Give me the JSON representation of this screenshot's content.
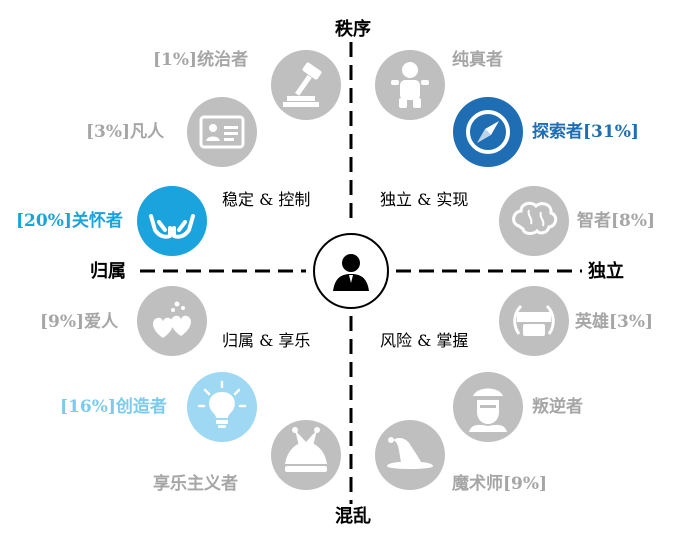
{
  "axes": {
    "top": "秩序",
    "bottom": "混乱",
    "left": "归属",
    "right": "独立"
  },
  "quadrants": {
    "top_left": "稳定 & 控制",
    "top_right": "独立 & 实现",
    "bottom_left": "归属 & 享乐",
    "bottom_right": "风险 & 掌握"
  },
  "archetypes": [
    {
      "id": "ruler",
      "label": "[1%]统治者",
      "icon": "gavel-icon",
      "color": "#bfbfbf",
      "text_color": "#a6a6a6"
    },
    {
      "id": "innocent",
      "label": "纯真者",
      "icon": "baby-icon",
      "color": "#bfbfbf",
      "text_color": "#a6a6a6"
    },
    {
      "id": "everyman",
      "label": "[3%]凡人",
      "icon": "id-card-icon",
      "color": "#bfbfbf",
      "text_color": "#a6a6a6"
    },
    {
      "id": "explorer",
      "label": "探索者[31%]",
      "icon": "compass-icon",
      "color": "#1f6db2",
      "text_color": "#1f6db2"
    },
    {
      "id": "caregiver",
      "label": "[20%]关怀者",
      "icon": "caring-hands-icon",
      "color": "#1aa3dd",
      "text_color": "#1aa3dd"
    },
    {
      "id": "sage",
      "label": "智者[8%]",
      "icon": "brain-icon",
      "color": "#bfbfbf",
      "text_color": "#a6a6a6"
    },
    {
      "id": "lover",
      "label": "[9%]爱人",
      "icon": "hearts-icon",
      "color": "#bfbfbf",
      "text_color": "#a6a6a6"
    },
    {
      "id": "hero",
      "label": "英雄[3%]",
      "icon": "laurel-badge-icon",
      "color": "#bfbfbf",
      "text_color": "#a6a6a6"
    },
    {
      "id": "creator",
      "label": "[16%]创造者",
      "icon": "lightbulb-icon",
      "color": "#9fd8f3",
      "text_color": "#7ccbee"
    },
    {
      "id": "outlaw",
      "label": "叛逆者",
      "icon": "rebel-face-icon",
      "color": "#bfbfbf",
      "text_color": "#a6a6a6"
    },
    {
      "id": "jester",
      "label": "享乐主义者",
      "icon": "jester-hat-icon",
      "color": "#bfbfbf",
      "text_color": "#a6a6a6"
    },
    {
      "id": "magician",
      "label": "魔术师[9%]",
      "icon": "wizard-hat-icon",
      "color": "#bfbfbf",
      "text_color": "#a6a6a6"
    }
  ],
  "center_icon": "person-icon"
}
